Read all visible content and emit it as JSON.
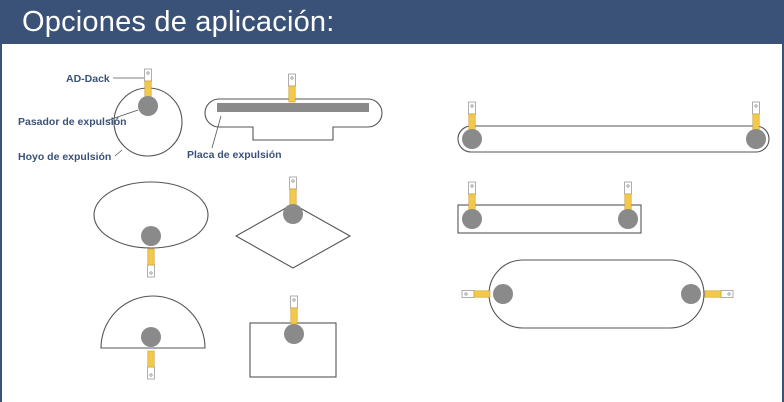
{
  "slide": {
    "title": "Opciones de aplicación:"
  },
  "labels": {
    "ad_dack": "AD-Dack",
    "pasador": "Pasador de expulsión",
    "hoyo": "Hoyo de expulsión",
    "placa": "Placa de expulsión"
  },
  "colors": {
    "header": "#3b5278",
    "label_text": "#3b5278",
    "pin": "#8a8a8a",
    "actuator": "#f2c94c",
    "outline": "#555555"
  }
}
